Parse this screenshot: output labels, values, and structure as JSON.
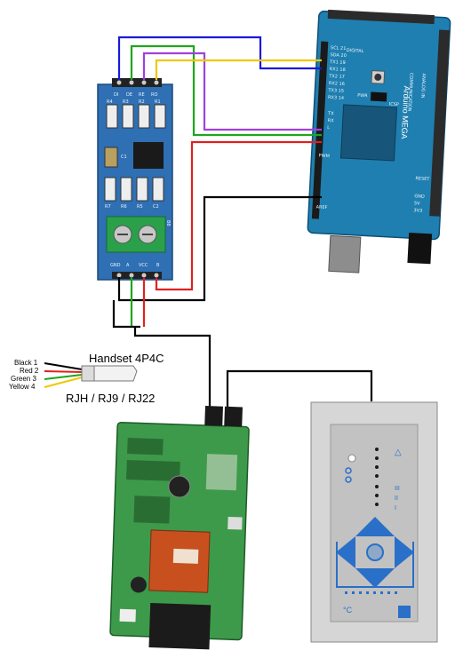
{
  "rs485_module": {
    "top_pins": [
      "DI",
      "DE",
      "RE",
      "RO"
    ],
    "bottom_pins": [
      "GND",
      "A",
      "VCC",
      "B"
    ],
    "side_label": "B8",
    "resistors": [
      "R4",
      "R3",
      "R2",
      "R1",
      "R7",
      "R6",
      "R5",
      "C2"
    ],
    "chip_label": "C1"
  },
  "arduino": {
    "brand": "Arduino MEGA",
    "header_label": "DIGITAL",
    "pin_labels": [
      "SCL 21",
      "SDA 20",
      "TX1 19",
      "RX1 18",
      "TX2 17",
      "RX2 16",
      "TX3 15",
      "RX3 14"
    ],
    "power_labels": [
      "GND",
      "5V",
      "3V3",
      "RESET",
      "AREF",
      "PWM",
      "COMMUNICATION",
      "ANALOG IN"
    ],
    "led_labels": [
      "PWR",
      "TX",
      "RX",
      "L",
      "ICSP"
    ]
  },
  "legend": {
    "title": "Handset  4P4C",
    "wires": [
      "Black 1",
      "Red 2",
      "Green 3",
      "Yellow 4"
    ],
    "connector_types": "RJH / RJ9 / RJ22"
  },
  "control_panel": {
    "symbols": [
      "△",
      "III",
      "II",
      "I"
    ],
    "unit": "°C"
  },
  "colors": {
    "wire_blue": "#1a1adc",
    "wire_green": "#1ea51e",
    "wire_purple": "#a040e0",
    "wire_yellow": "#f0c800",
    "wire_red": "#e02020",
    "wire_black": "#000000",
    "module_blue": "#2f6fb3",
    "arduino_blue": "#1f7fb0",
    "pcb_green": "#3d9a4a",
    "transformer": "#c8501e",
    "panel_blue": "#2a6fc8"
  }
}
